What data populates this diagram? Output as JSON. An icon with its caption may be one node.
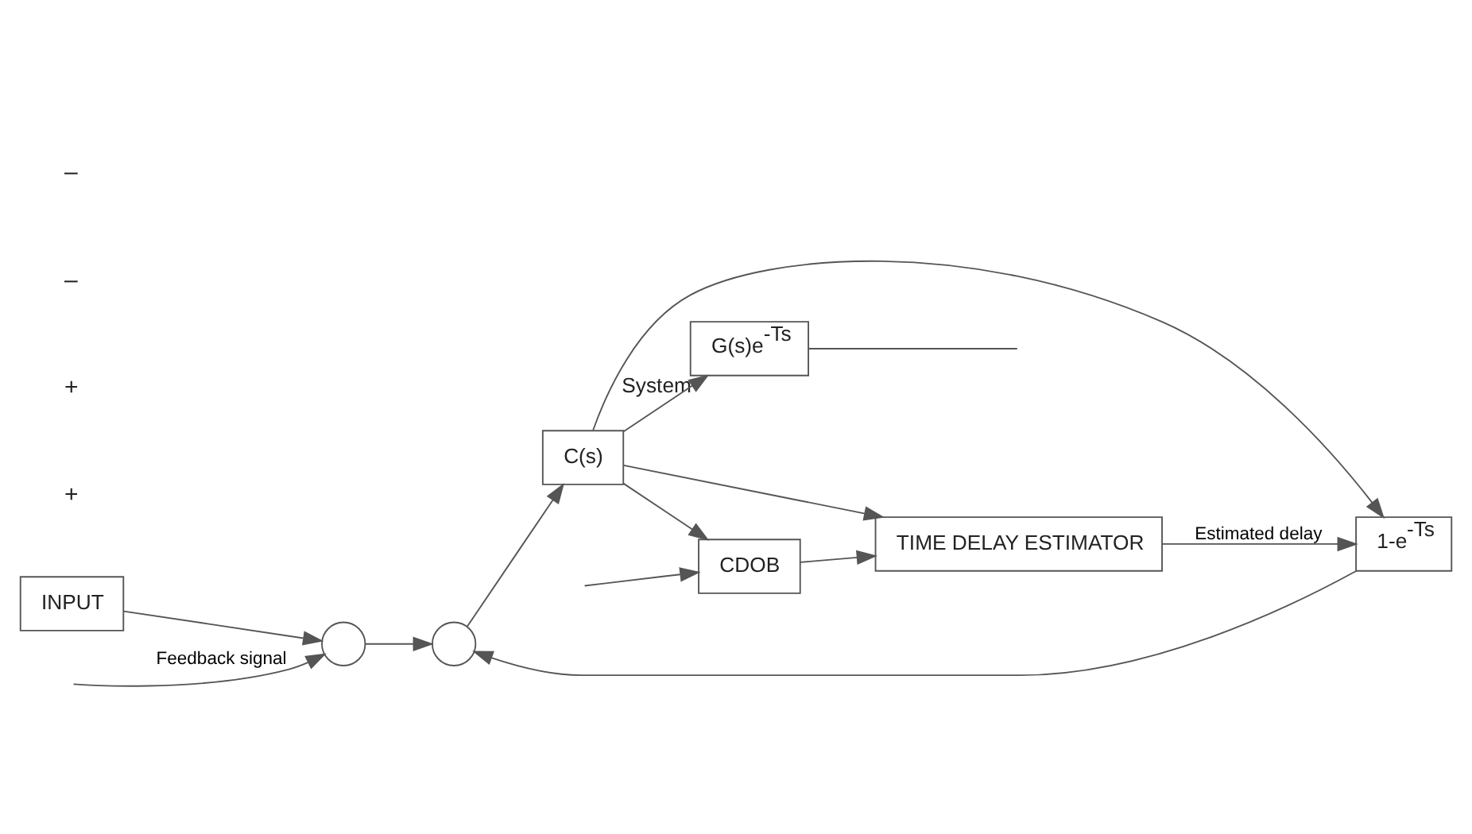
{
  "diagram": {
    "nodes": [
      {
        "text": [
          "INPUT"
        ]
      },
      {
        "text": [],
        "shape": "circle"
      },
      {
        "text": [],
        "shape": "circle"
      },
      {
        "text": [
          "C(s)"
        ]
      },
      {
        "text": [
          "G(s)e$^{-Ts}$"
        ],
        "beside": [
          "System"
        ]
      },
      {
        "text": [
          "1-e$^{-Ts}$"
        ]
      },
      {
        "text": [
          "CDOB"
        ]
      },
      {
        "text": [
          "TIME DELAY ESTIMATOR"
        ]
      }
    ],
    "edges": [
      {
        "from": 0,
        "to": 1,
        "arrow": "to"
      },
      {
        "from": 1,
        "to": 2,
        "arrow": "to"
      },
      {
        "from": 2,
        "to": 3,
        "arrow": "to"
      },
      {
        "from": 3,
        "to": 4,
        "arrow": "to"
      },
      {
        "from": 3,
        "to": 5,
        "arrow": "to"
      },
      {
        "from": 5,
        "to": 2,
        "arrow": "to"
      },
      {
        "from": 3,
        "to": 6,
        "arrow": "to"
      },
      {
        "from": 3,
        "to": 7,
        "arrow": "to"
      },
      {
        "from": 6,
        "to": 7,
        "arrow": "to"
      },
      {
        "from": 7,
        "to": 5,
        "arrow": "to",
        "label": "Estimated delay"
      },
      {
        "from": null,
        "to": 1,
        "arrow": "to",
        "label": "Feedback signal"
      },
      {
        "from": 4,
        "to": null,
        "arrow": "none"
      },
      {
        "from": null,
        "to": 6,
        "arrow": "to"
      }
    ],
    "labels": [
      "+",
      "+",
      "–",
      "–"
    ]
  }
}
